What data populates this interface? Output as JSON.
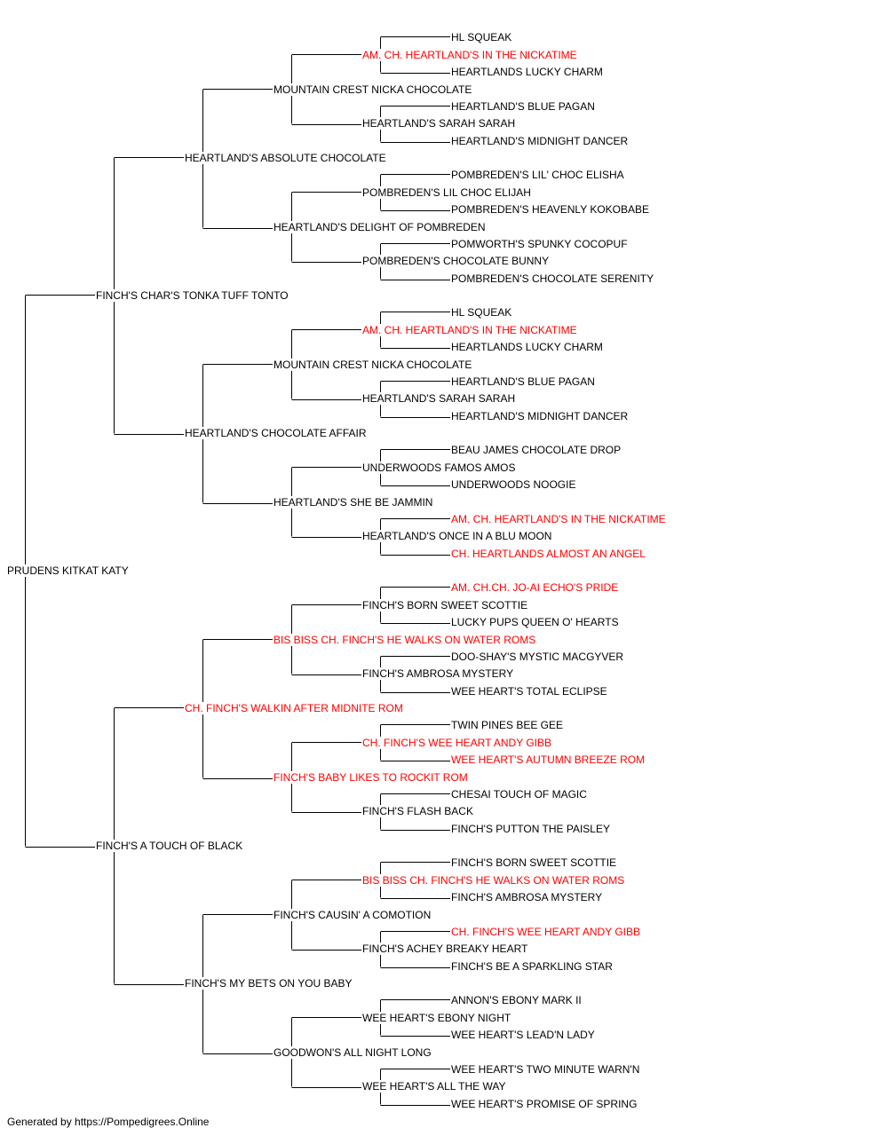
{
  "colors": {
    "normal": "#000000",
    "champion": "#ff0000",
    "line": "#000000"
  },
  "pedigree": {
    "name": "PRUDENS KITKAT KATY",
    "ch": false,
    "sire": {
      "name": "FINCH'S CHAR'S TONKA TUFF TONTO",
      "ch": false,
      "sire": {
        "name": "HEARTLAND'S ABSOLUTE CHOCOLATE",
        "ch": false,
        "sire": {
          "name": "MOUNTAIN CREST NICKA CHOCOLATE",
          "ch": false,
          "sire": {
            "name": "AM. CH. HEARTLAND'S IN THE NICKATIME",
            "ch": true,
            "sire": {
              "name": "HL SQUEAK",
              "ch": false
            },
            "dam": {
              "name": "HEARTLANDS LUCKY CHARM",
              "ch": false
            }
          },
          "dam": {
            "name": "HEARTLAND'S SARAH SARAH",
            "ch": false,
            "sire": {
              "name": "HEARTLAND'S BLUE PAGAN",
              "ch": false
            },
            "dam": {
              "name": "HEARTLAND'S MIDNIGHT DANCER",
              "ch": false
            }
          }
        },
        "dam": {
          "name": "HEARTLAND'S DELIGHT OF POMBREDEN",
          "ch": false,
          "sire": {
            "name": "POMBREDEN'S LIL CHOC ELIJAH",
            "ch": false,
            "sire": {
              "name": "POMBREDEN'S LIL' CHOC ELISHA",
              "ch": false
            },
            "dam": {
              "name": "POMBREDEN'S HEAVENLY KOKOBABE",
              "ch": false
            }
          },
          "dam": {
            "name": "POMBREDEN'S CHOCOLATE BUNNY",
            "ch": false,
            "sire": {
              "name": "POMWORTH'S SPUNKY COCOPUF",
              "ch": false
            },
            "dam": {
              "name": "POMBREDEN'S CHOCOLATE SERENITY",
              "ch": false
            }
          }
        }
      },
      "dam": {
        "name": "HEARTLAND'S CHOCOLATE AFFAIR",
        "ch": false,
        "sire": {
          "name": "MOUNTAIN CREST NICKA CHOCOLATE",
          "ch": false,
          "sire": {
            "name": "AM. CH. HEARTLAND'S IN THE NICKATIME",
            "ch": true,
            "sire": {
              "name": "HL SQUEAK",
              "ch": false
            },
            "dam": {
              "name": "HEARTLANDS LUCKY CHARM",
              "ch": false
            }
          },
          "dam": {
            "name": "HEARTLAND'S SARAH SARAH",
            "ch": false,
            "sire": {
              "name": "HEARTLAND'S BLUE PAGAN",
              "ch": false
            },
            "dam": {
              "name": "HEARTLAND'S MIDNIGHT DANCER",
              "ch": false
            }
          }
        },
        "dam": {
          "name": "HEARTLAND'S SHE BE JAMMIN",
          "ch": false,
          "sire": {
            "name": "UNDERWOODS FAMOS AMOS",
            "ch": false,
            "sire": {
              "name": "BEAU JAMES CHOCOLATE DROP",
              "ch": false
            },
            "dam": {
              "name": "UNDERWOODS NOOGIE",
              "ch": false
            }
          },
          "dam": {
            "name": "HEARTLAND'S ONCE IN A BLU MOON",
            "ch": false,
            "sire": {
              "name": "AM. CH. HEARTLAND'S IN THE NICKATIME",
              "ch": true
            },
            "dam": {
              "name": "CH. HEARTLANDS ALMOST AN ANGEL",
              "ch": true
            }
          }
        }
      }
    },
    "dam": {
      "name": "FINCH'S A TOUCH OF BLACK",
      "ch": false,
      "sire": {
        "name": "CH. FINCH'S WALKIN AFTER MIDNITE ROM",
        "ch": true,
        "sire": {
          "name": "BIS BISS CH. FINCH'S HE WALKS ON WATER ROMS",
          "ch": true,
          "sire": {
            "name": "FINCH'S BORN SWEET SCOTTIE",
            "ch": false,
            "sire": {
              "name": "AM. CH.CH. JO-AI ECHO'S PRIDE",
              "ch": true
            },
            "dam": {
              "name": "LUCKY PUPS QUEEN O' HEARTS",
              "ch": false
            }
          },
          "dam": {
            "name": "FINCH'S AMBROSA MYSTERY",
            "ch": false,
            "sire": {
              "name": "DOO-SHAY'S MYSTIC MACGYVER",
              "ch": false
            },
            "dam": {
              "name": "WEE HEART'S TOTAL ECLIPSE",
              "ch": false
            }
          }
        },
        "dam": {
          "name": "FINCH'S BABY LIKES TO ROCKIT ROM",
          "ch": true,
          "sire": {
            "name": "CH. FINCH'S WEE HEART ANDY GIBB",
            "ch": true,
            "sire": {
              "name": "TWIN PINES BEE GEE",
              "ch": false
            },
            "dam": {
              "name": "WEE HEART'S AUTUMN BREEZE ROM",
              "ch": true
            }
          },
          "dam": {
            "name": "FINCH'S FLASH BACK",
            "ch": false,
            "sire": {
              "name": "CHESAI TOUCH OF MAGIC",
              "ch": false
            },
            "dam": {
              "name": "FINCH'S PUTTON THE PAISLEY",
              "ch": false
            }
          }
        }
      },
      "dam": {
        "name": "FINCH'S MY BETS ON YOU BABY",
        "ch": false,
        "sire": {
          "name": "FINCH'S CAUSIN' A COMOTION",
          "ch": false,
          "sire": {
            "name": "BIS BISS CH. FINCH'S HE WALKS ON WATER ROMS",
            "ch": true,
            "sire": {
              "name": "FINCH'S BORN SWEET SCOTTIE",
              "ch": false
            },
            "dam": {
              "name": "FINCH'S AMBROSA MYSTERY",
              "ch": false
            }
          },
          "dam": {
            "name": "FINCH'S ACHEY BREAKY HEART",
            "ch": false,
            "sire": {
              "name": "CH. FINCH'S WEE HEART ANDY GIBB",
              "ch": true
            },
            "dam": {
              "name": "FINCH'S BE A SPARKLING STAR",
              "ch": false
            }
          }
        },
        "dam": {
          "name": "GOODWON'S ALL NIGHT LONG",
          "ch": false,
          "sire": {
            "name": "WEE HEART'S EBONY NIGHT",
            "ch": false,
            "sire": {
              "name": "ANNON'S EBONY MARK II",
              "ch": false
            },
            "dam": {
              "name": "WEE HEART'S LEAD'N LADY",
              "ch": false
            }
          },
          "dam": {
            "name": "WEE HEART'S ALL THE WAY",
            "ch": false,
            "sire": {
              "name": "WEE HEART'S TWO MINUTE WARN'N",
              "ch": false
            },
            "dam": {
              "name": "WEE HEART'S PROMISE OF SPRING",
              "ch": false
            }
          }
        }
      }
    }
  },
  "footer": "Generated by https://Pompedigrees.Online"
}
